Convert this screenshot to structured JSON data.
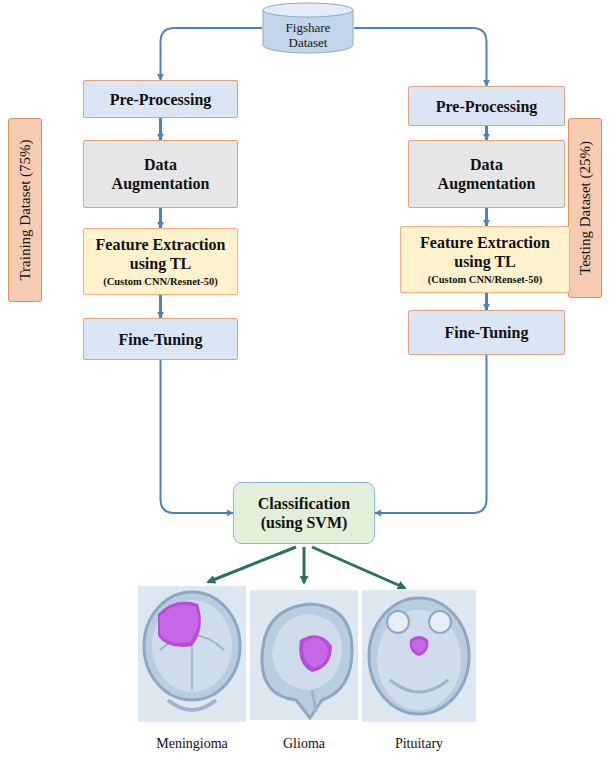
{
  "diagram": {
    "nodes": [
      {
        "text": [
          "Figshare Dataset"
        ]
      },
      {
        "text": [
          "Training Dataset (75%)"
        ]
      },
      {
        "text": [
          "Pre-Processing"
        ]
      },
      {
        "text": [
          "Data Augmentation"
        ]
      },
      {
        "text": [
          "Feature Extraction using TL",
          "(Custom CNN/Resnet-50)"
        ]
      },
      {
        "text": [
          "Fine-Tuning"
        ]
      },
      {
        "text": [
          "Testing Dataset (25%)"
        ]
      },
      {
        "text": [
          "Pre-Processing"
        ]
      },
      {
        "text": [
          "Data Augmentation"
        ]
      },
      {
        "text": [
          "Feature Extraction using TL",
          "(Custom CNN/Renset-50)"
        ]
      },
      {
        "text": [
          "Fine-Tuning"
        ]
      },
      {
        "text": [
          "Classification (using SVM)"
        ]
      }
    ],
    "edges": [
      {
        "from": 0,
        "to": 2,
        "arrow": "to"
      },
      {
        "from": 0,
        "to": 7,
        "arrow": "to"
      },
      {
        "from": 2,
        "to": 3,
        "arrow": "to"
      },
      {
        "from": 3,
        "to": 4,
        "arrow": "to"
      },
      {
        "from": 4,
        "to": 5,
        "arrow": "to"
      },
      {
        "from": 7,
        "to": 8,
        "arrow": "to"
      },
      {
        "from": 8,
        "to": 9,
        "arrow": "to"
      },
      {
        "from": 9,
        "to": 10,
        "arrow": "to"
      },
      {
        "from": 5,
        "to": 11,
        "arrow": "to"
      },
      {
        "from": 10,
        "to": 11,
        "arrow": "to"
      }
    ],
    "labels": [
      "Meningioma",
      "Glioma",
      "Pituitary"
    ]
  }
}
